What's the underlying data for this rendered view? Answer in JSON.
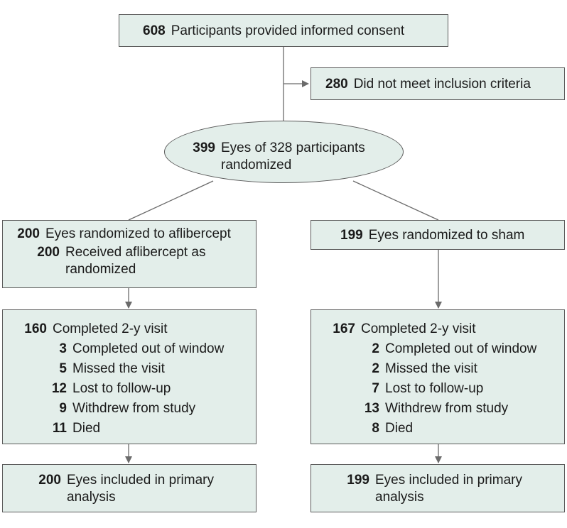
{
  "consent": {
    "count": "608",
    "text": "Participants provided informed consent"
  },
  "excluded": {
    "count": "280",
    "text": "Did not meet inclusion criteria"
  },
  "randomized": {
    "count": "399",
    "line1": "Eyes of 328 participants",
    "line2": "randomized"
  },
  "aflibercept": {
    "count": "200",
    "text": "Eyes randomized to aflibercept",
    "received_count": "200",
    "received_line1": "Received aflibercept as",
    "received_line2": "randomized"
  },
  "sham": {
    "count": "199",
    "text": "Eyes randomized to sham"
  },
  "aflibercept_followup": [
    {
      "count": "160",
      "text": "Completed 2-y visit"
    },
    {
      "count": "3",
      "text": "Completed out of window"
    },
    {
      "count": "5",
      "text": "Missed the visit"
    },
    {
      "count": "12",
      "text": "Lost to follow-up"
    },
    {
      "count": "9",
      "text": "Withdrew from study"
    },
    {
      "count": "11",
      "text": "Died"
    }
  ],
  "sham_followup": [
    {
      "count": "167",
      "text": "Completed 2-y visit"
    },
    {
      "count": "2",
      "text": "Completed out of window"
    },
    {
      "count": "2",
      "text": "Missed the visit"
    },
    {
      "count": "7",
      "text": "Lost to follow-up"
    },
    {
      "count": "13",
      "text": "Withdrew from study"
    },
    {
      "count": "8",
      "text": "Died"
    }
  ],
  "aflibercept_analysis": {
    "count": "200",
    "line1": "Eyes included in primary",
    "line2": "analysis"
  },
  "sham_analysis": {
    "count": "199",
    "line1": "Eyes included in primary",
    "line2": "analysis"
  }
}
